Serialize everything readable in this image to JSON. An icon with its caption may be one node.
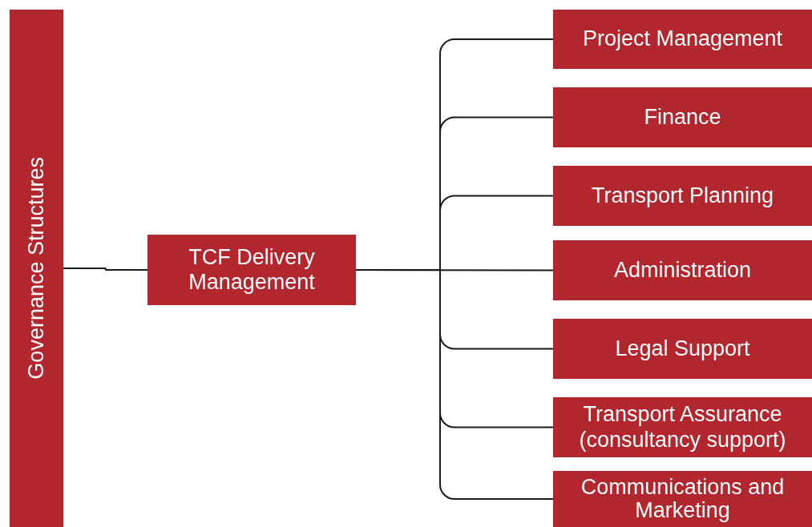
{
  "diagram": {
    "nodes": [
      {
        "text": [
          "Governance Structures"
        ]
      },
      {
        "text": [
          "TCF Delivery Management"
        ]
      },
      {
        "text": [
          "Project Management"
        ]
      },
      {
        "text": [
          "Finance"
        ]
      },
      {
        "text": [
          "Transport Planning"
        ]
      },
      {
        "text": [
          "Administration"
        ]
      },
      {
        "text": [
          "Legal Support"
        ]
      },
      {
        "text": [
          "Transport Assurance (consultancy support)"
        ]
      },
      {
        "text": [
          "Communications and Marketing"
        ]
      }
    ],
    "edges": [
      {
        "from": 0,
        "to": 1,
        "arrow": "none"
      },
      {
        "from": 1,
        "to": 2,
        "arrow": "none"
      },
      {
        "from": 1,
        "to": 3,
        "arrow": "none"
      },
      {
        "from": 1,
        "to": 4,
        "arrow": "none"
      },
      {
        "from": 1,
        "to": 5,
        "arrow": "none"
      },
      {
        "from": 1,
        "to": 6,
        "arrow": "none"
      },
      {
        "from": 1,
        "to": 7,
        "arrow": "none"
      },
      {
        "from": 1,
        "to": 8,
        "arrow": "none"
      }
    ]
  }
}
